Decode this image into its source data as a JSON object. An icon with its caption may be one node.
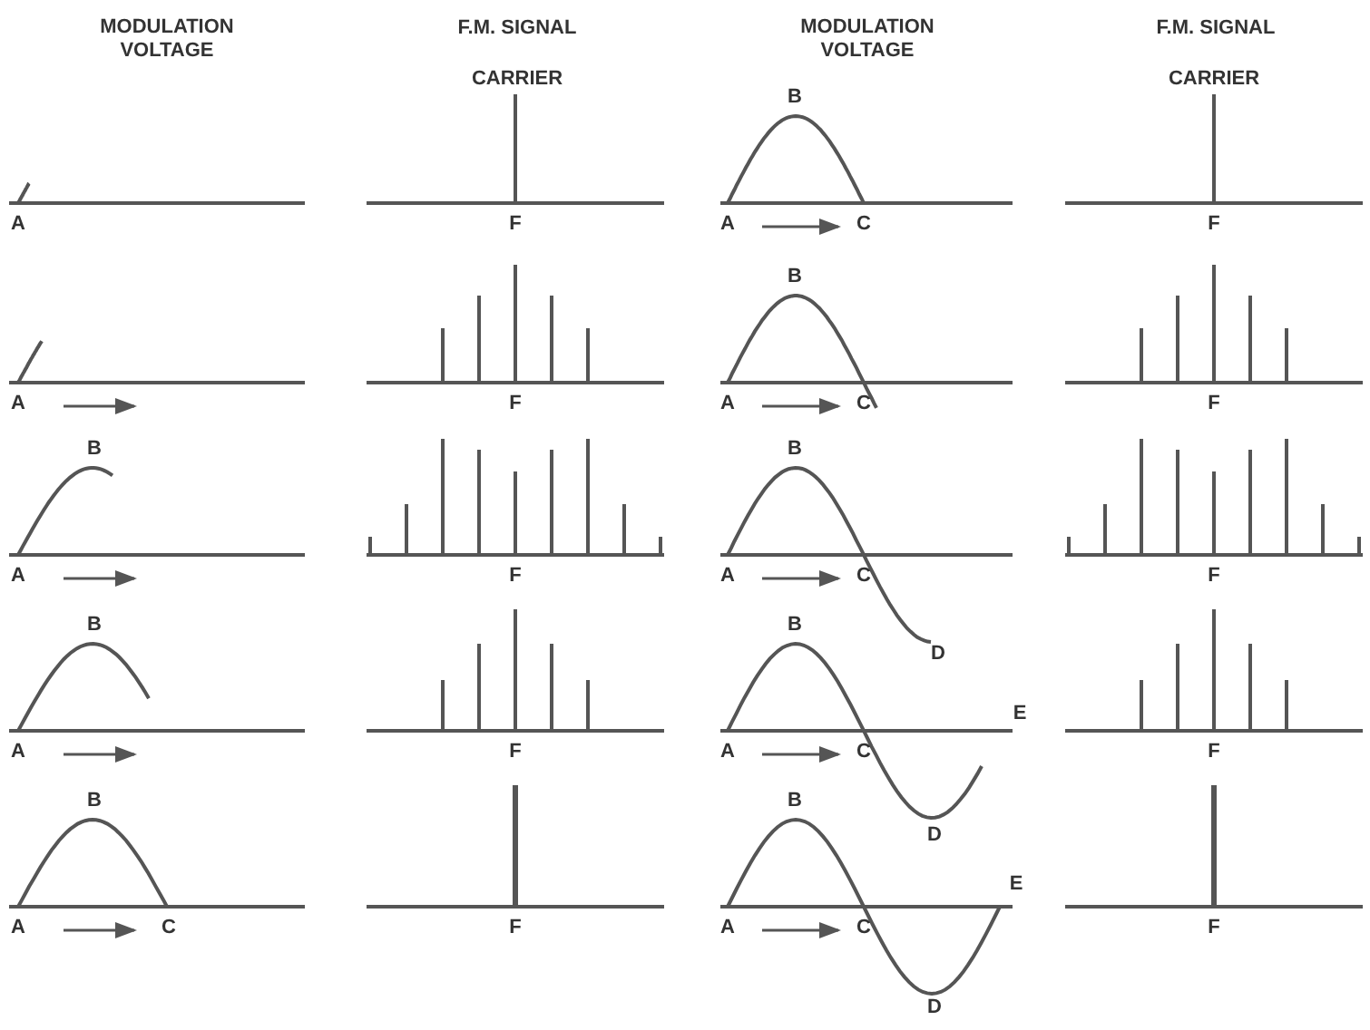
{
  "diagram": {
    "labels": [
      "MODULATION VOLTAGE",
      "F.M. SIGNAL",
      "MODULATION VOLTAGE",
      "F.M. SIGNAL",
      "CARRIER",
      "CARRIER",
      "A",
      "F",
      "B",
      "A",
      "C",
      "F",
      "A",
      "F",
      "B",
      "A",
      "C",
      "F",
      "B",
      "A",
      "F",
      "B",
      "A",
      "C",
      "D",
      "F",
      "B",
      "A",
      "F",
      "B",
      "E",
      "A",
      "C",
      "D",
      "F",
      "B",
      "A",
      "C",
      "F",
      "B",
      "E",
      "A",
      "C",
      "D",
      "F"
    ]
  }
}
